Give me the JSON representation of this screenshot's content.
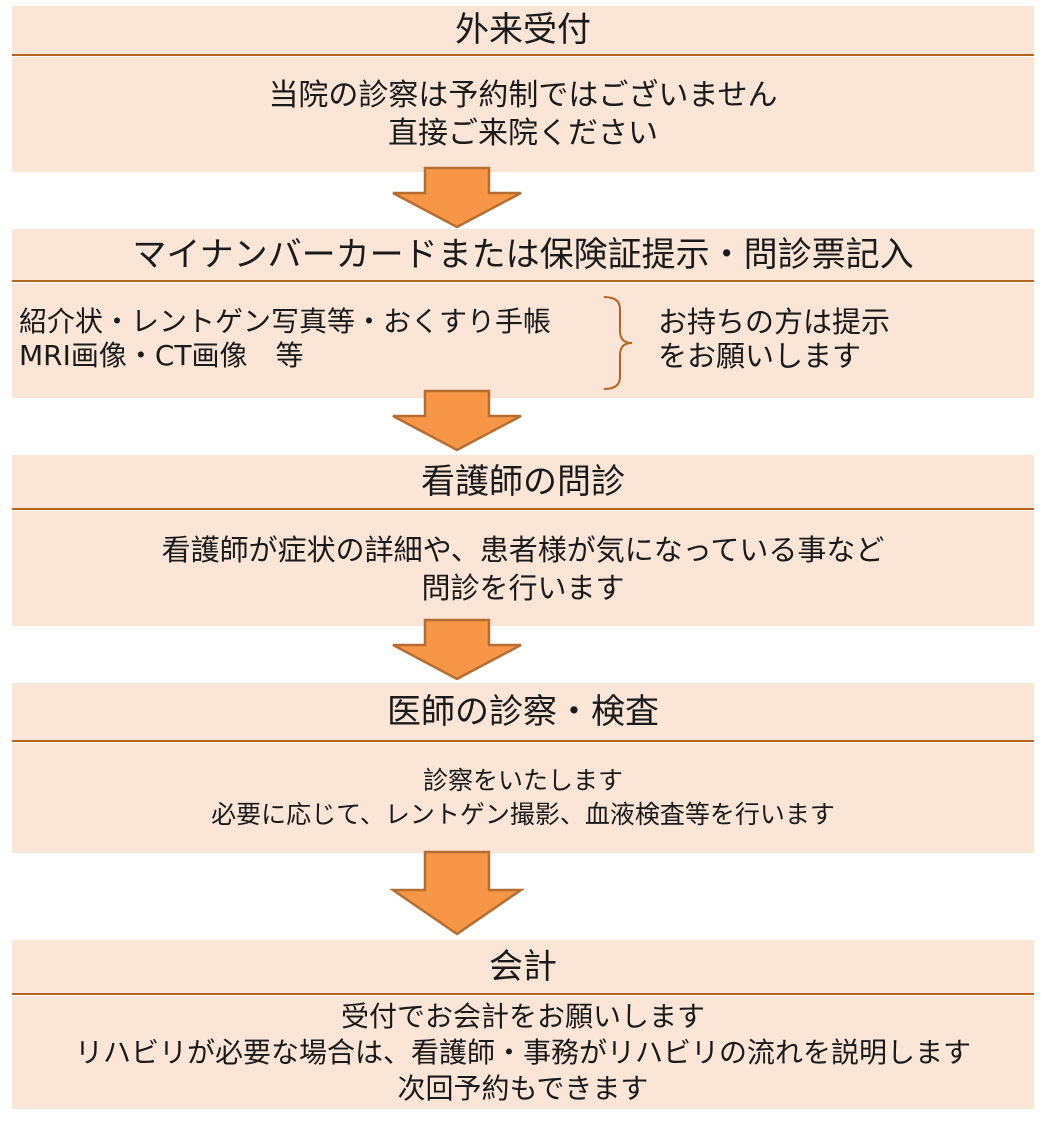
{
  "colors": {
    "box_fill": "#fbe5d6",
    "divider": "#b5651d",
    "arrow_fill": "#f79646",
    "arrow_stroke": "#b66d31"
  },
  "steps": [
    {
      "title": "外来受付",
      "lines": [
        "当院の診察は予約制ではございません",
        "直接ご来院ください"
      ]
    },
    {
      "title": "マイナンバーカードまたは保険証提示・問診票記入",
      "items": [
        "紹介状・レントゲン写真等・おくすり手帳",
        "MRI画像・CT画像　等"
      ],
      "note": [
        "お持ちの方は提示",
        "をお願いします"
      ]
    },
    {
      "title": "看護師の問診",
      "lines": [
        "看護師が症状の詳細や、患者様が気になっている事など",
        "問診を行います"
      ]
    },
    {
      "title": "医師の診察・検査",
      "lines": [
        "診察をいたします",
        "必要に応じて、レントゲン撮影、血液検査等を行います"
      ]
    },
    {
      "title": "会計",
      "lines": [
        "受付でお会計をお願いします",
        "リハビリが必要な場合は、看護師・事務がリハビリの流れを説明します",
        "次回予約もできます"
      ]
    }
  ]
}
